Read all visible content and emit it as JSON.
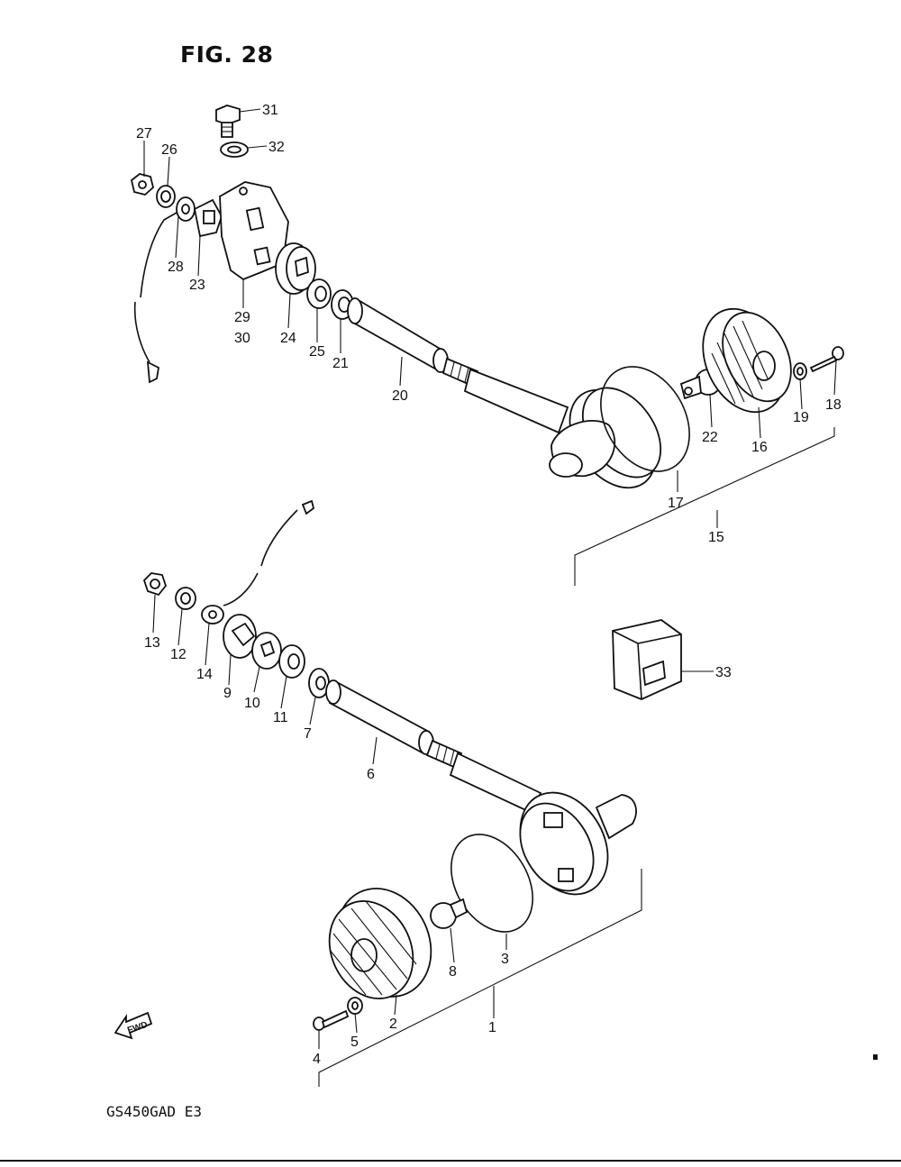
{
  "figure": {
    "title": "FIG. 28",
    "model_code": "GS450GAD E3",
    "fwd_label": "FWD"
  },
  "callouts": {
    "c1": "1",
    "c2": "2",
    "c3": "3",
    "c4": "4",
    "c5": "5",
    "c6": "6",
    "c7": "7",
    "c8": "8",
    "c9": "9",
    "c10": "10",
    "c11": "11",
    "c12": "12",
    "c13": "13",
    "c14": "14",
    "c15": "15",
    "c16": "16",
    "c17": "17",
    "c18": "18",
    "c19": "19",
    "c20": "20",
    "c21": "21",
    "c22": "22",
    "c23": "23",
    "c24": "24",
    "c25": "25",
    "c26": "26",
    "c27": "27",
    "c28": "28",
    "c29": "29",
    "c30": "30",
    "c31": "31",
    "c32": "32",
    "c33": "33"
  }
}
